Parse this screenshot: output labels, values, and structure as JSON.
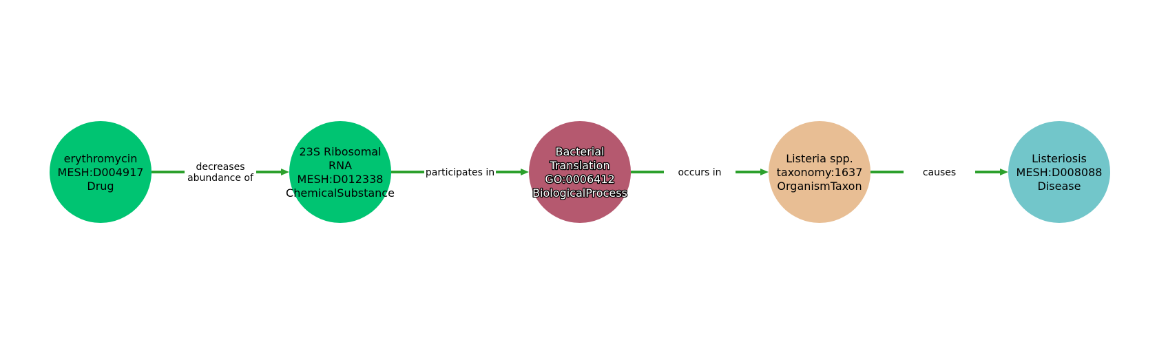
{
  "diagram": {
    "edge_color": "#2ca02c",
    "nodes": [
      {
        "id": "n1",
        "lines": [
          "erythromycin",
          "MESH:D004917",
          "Drug"
        ],
        "color": "#00c472",
        "light_text": false
      },
      {
        "id": "n2",
        "lines": [
          "23S Ribosomal",
          "RNA",
          "MESH:D012338",
          "ChemicalSubstance"
        ],
        "color": "#00c472",
        "light_text": false
      },
      {
        "id": "n3",
        "lines": [
          "Bacterial",
          "Translation",
          "GO:0006412",
          "BiologicalProcess"
        ],
        "color": "#b5596f",
        "light_text": true
      },
      {
        "id": "n4",
        "lines": [
          "Listeria spp.",
          "taxonomy:1637",
          "OrganismTaxon"
        ],
        "color": "#e8be94",
        "light_text": false
      },
      {
        "id": "n5",
        "lines": [
          "Listeriosis",
          "MESH:D008088",
          "Disease"
        ],
        "color": "#72c6ca",
        "light_text": false
      }
    ],
    "edges": [
      {
        "from": "n1",
        "to": "n2",
        "lines": [
          "decreases",
          "abundance of"
        ]
      },
      {
        "from": "n2",
        "to": "n3",
        "lines": [
          "participates in"
        ]
      },
      {
        "from": "n3",
        "to": "n4",
        "lines": [
          "occurs in"
        ]
      },
      {
        "from": "n4",
        "to": "n5",
        "lines": [
          "causes"
        ]
      }
    ]
  }
}
